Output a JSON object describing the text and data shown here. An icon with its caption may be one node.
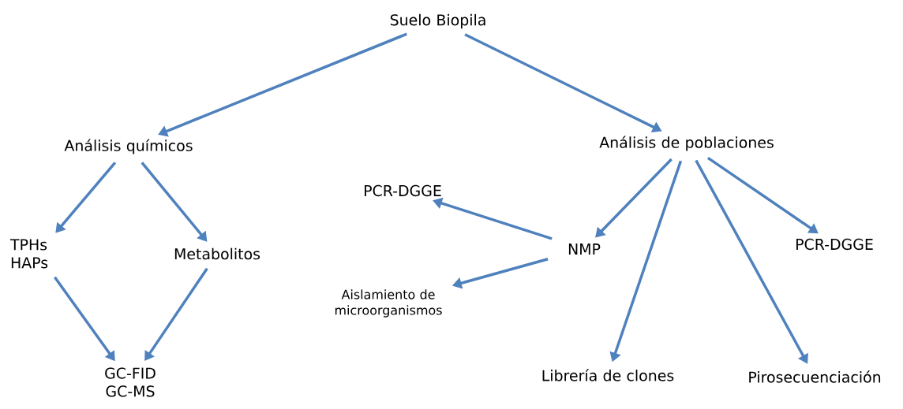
{
  "diagram": {
    "nodes": [
      {
        "text": [
          "Suelo Biopila"
        ]
      },
      {
        "text": [
          "Análisis químicos"
        ]
      },
      {
        "text": [
          "Análisis de poblaciones"
        ]
      },
      {
        "text": [
          "TPHs HAPs"
        ]
      },
      {
        "text": [
          "Metabolitos"
        ]
      },
      {
        "text": [
          "GC-FID GC-MS"
        ]
      },
      {
        "text": [
          "PCR-DGGE"
        ]
      },
      {
        "text": [
          "NMP"
        ]
      },
      {
        "text": [
          "Aislamiento de microorganismos"
        ]
      },
      {
        "text": [
          "PCR-DGGE"
        ]
      },
      {
        "text": [
          "Librería de clones"
        ]
      },
      {
        "text": [
          "Pirosecuenciación"
        ]
      }
    ],
    "edges": [
      {
        "from": 0,
        "to": 1,
        "arrow": "to"
      },
      {
        "from": 0,
        "to": 2,
        "arrow": "to"
      },
      {
        "from": 1,
        "to": 3,
        "arrow": "to"
      },
      {
        "from": 1,
        "to": 4,
        "arrow": "to"
      },
      {
        "from": 3,
        "to": 5,
        "arrow": "to"
      },
      {
        "from": 4,
        "to": 5,
        "arrow": "to"
      },
      {
        "from": 2,
        "to": 7,
        "arrow": "to"
      },
      {
        "from": 7,
        "to": 6,
        "arrow": "to"
      },
      {
        "from": 7,
        "to": 8,
        "arrow": "to"
      },
      {
        "from": 2,
        "to": 10,
        "arrow": "to"
      },
      {
        "from": 2,
        "to": 11,
        "arrow": "to"
      },
      {
        "from": 2,
        "to": 9,
        "arrow": "to"
      }
    ]
  }
}
